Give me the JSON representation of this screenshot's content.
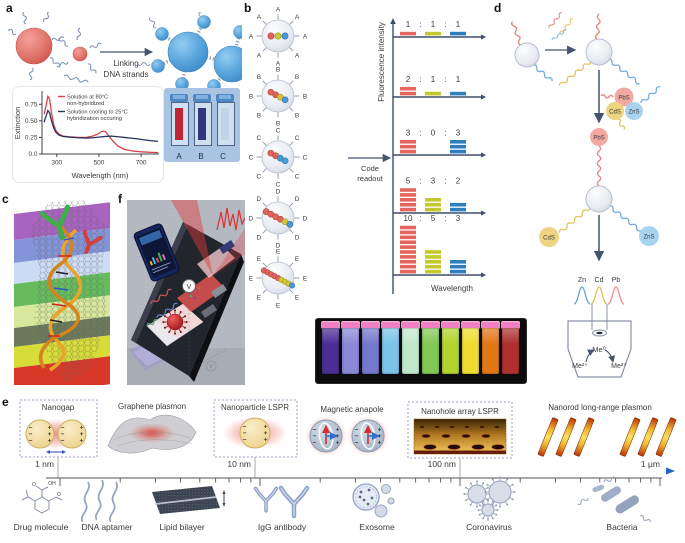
{
  "figure": {
    "panel_labels": {
      "a": "a",
      "b": "b",
      "c": "c",
      "d": "d",
      "e": "e",
      "f": "f"
    }
  },
  "symbols": {
    "plus": "+",
    "minus": "−"
  },
  "panel_a": {
    "arrow_label": [
      "Linking",
      "DNA strands"
    ],
    "cuvette_labels": [
      "A",
      "B",
      "C"
    ]
  },
  "panel_b": {
    "code_arrow_label": [
      "Code",
      "readout"
    ],
    "spheres": [
      {
        "letter": "A",
        "dots": [
          "red",
          "yellow",
          "blue"
        ]
      },
      {
        "letter": "B",
        "dots": [
          "red",
          "red",
          "yellow",
          "blue"
        ]
      },
      {
        "letter": "C",
        "dots": [
          "red",
          "red",
          "blue",
          "blue"
        ]
      },
      {
        "letter": "D",
        "dots": [
          "red",
          "red",
          "red",
          "red",
          "yellow",
          "blue"
        ]
      },
      {
        "letter": "E",
        "dots": [
          "red",
          "red",
          "red",
          "red",
          "red",
          "yellow",
          "yellow",
          "yellow",
          "blue"
        ]
      }
    ]
  },
  "panel_d": {
    "quantum_dots": {
      "pbs": "PbS",
      "cds": "CdS",
      "zns": "ZnS"
    },
    "metal_peaks": [
      "Zn",
      "Cd",
      "Pb"
    ],
    "electrochemistry": {
      "me0": "Me⁰",
      "me2_left": "Me²⁺",
      "me2_right": "Me²⁺"
    }
  },
  "panel_e": {
    "top_items": [
      "Nanogap",
      "Graphene plasmon",
      "Nanoparticle LSPR",
      "Magnetic anapole",
      "Nanohole array LSPR",
      "Nanorod long-range plasmon"
    ],
    "scale_labels": [
      "1 nm",
      "10 nm",
      "100 nm",
      "1 μm"
    ],
    "bottom_items": [
      "Drug molecule",
      "DNA aptamer",
      "Lipid bilayer",
      "IgG antibody",
      "Exosome",
      "Coronavirus",
      "Bacteria"
    ],
    "drug_atom_labels": [
      "O",
      "OH",
      "O"
    ]
  },
  "panel_f": {
    "voltmeter_label": "V"
  },
  "photos": {
    "cuvettes": {
      "background": "#a9c3e2",
      "liquids": [
        "#c22431",
        "#32377c",
        "#c3d4e8"
      ]
    },
    "fluorescent_vials": {
      "background": "#0b0b0b",
      "cap": "#ee7fc2",
      "colors": [
        "#4a2e96",
        "#8c88d8",
        "#7678cc",
        "#7cc4ea",
        "#c2e8cc",
        "#84c855",
        "#b4d42e",
        "#f0dc30",
        "#e07818",
        "#b03030"
      ]
    }
  },
  "chart_data": [
    {
      "type": "line",
      "xlabel": "Wavelength (nm)",
      "ylabel": "Extinction",
      "xlim": [
        230,
        780
      ],
      "ylim": [
        0,
        0.95
      ],
      "xticks": [
        300,
        500,
        700
      ],
      "xtick_labels": [
        "300",
        "500",
        "700"
      ],
      "yticks": [
        0,
        0.25,
        0.5,
        0.75
      ],
      "ytick_labels": [
        "0.0",
        "0.25",
        "0.50",
        "0.75"
      ],
      "grid": false,
      "legend_position": "top-right-inside",
      "series": [
        {
          "name": "Solution at 80°C non-hybridized",
          "label_lines": [
            "Solution at 80°C",
            "non-hybridized"
          ],
          "color": "#d5414b",
          "x": [
            240,
            250,
            258,
            266,
            275,
            285,
            295,
            310,
            330,
            360,
            400,
            440,
            470,
            495,
            515,
            530,
            545,
            565,
            590,
            620,
            660,
            700,
            750,
            780
          ],
          "y": [
            0.6,
            0.74,
            0.87,
            0.83,
            0.62,
            0.45,
            0.36,
            0.3,
            0.27,
            0.26,
            0.25,
            0.25,
            0.27,
            0.3,
            0.345,
            0.34,
            0.28,
            0.2,
            0.12,
            0.07,
            0.045,
            0.033,
            0.025,
            0.02
          ]
        },
        {
          "name": "Solution cooling to 25°C hybridization occuring",
          "label_lines": [
            "Solution cooling to 25°C",
            "hybridization occuring"
          ],
          "color": "#27355c",
          "x": [
            240,
            250,
            258,
            266,
            275,
            285,
            295,
            310,
            330,
            360,
            400,
            440,
            470,
            500,
            530,
            560,
            590,
            620,
            650,
            680,
            710,
            750,
            780
          ],
          "y": [
            0.48,
            0.58,
            0.655,
            0.62,
            0.5,
            0.4,
            0.33,
            0.285,
            0.265,
            0.255,
            0.245,
            0.24,
            0.245,
            0.255,
            0.265,
            0.27,
            0.26,
            0.25,
            0.24,
            0.23,
            0.215,
            0.2,
            0.19
          ]
        }
      ]
    },
    {
      "type": "bar",
      "ylabel": "Fluorescence intensity",
      "xlabel": "Wavelength",
      "ratio_separator": ":",
      "bar_colors": [
        "#e5655e",
        "#c3c82e",
        "#2e7fbe"
      ],
      "codes": [
        {
          "particle": "A",
          "ratio": [
            1,
            1,
            1
          ]
        },
        {
          "particle": "B",
          "ratio": [
            2,
            1,
            1
          ]
        },
        {
          "particle": "C",
          "ratio": [
            3,
            0,
            3
          ]
        },
        {
          "particle": "D",
          "ratio": [
            5,
            3,
            2
          ]
        },
        {
          "particle": "E",
          "ratio": [
            10,
            5,
            3
          ]
        }
      ]
    }
  ],
  "colors": {
    "red_nanoparticle": "#db655e",
    "blue_nanoparticle": "#4d9ed8",
    "dna_strand": "#8095b8",
    "arrow": "#44536e",
    "pbs_fill": "#f2a9a1",
    "cds_fill": "#eed381",
    "zns_fill": "#a9d3ee",
    "scale_gradient": [
      "#e04848",
      "#2a6ac0"
    ]
  }
}
